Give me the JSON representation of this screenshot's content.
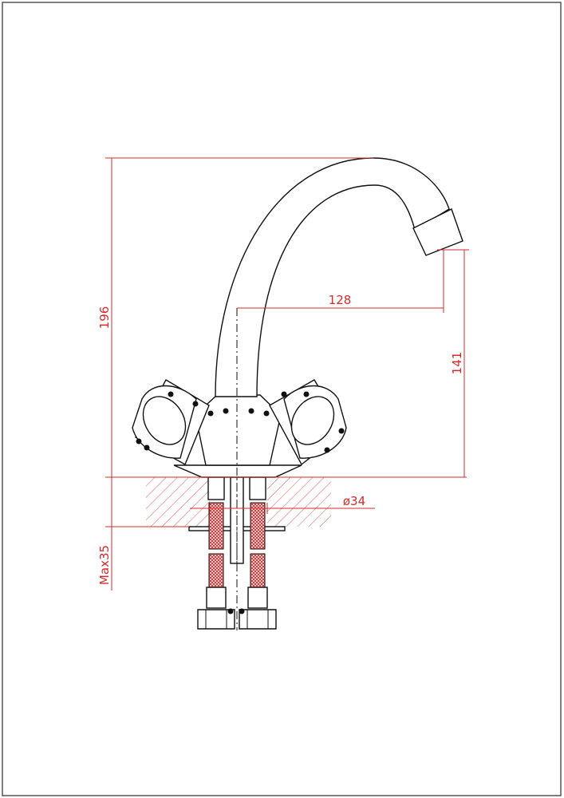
{
  "drawing": {
    "dimensions": {
      "total_height": "196",
      "spout_reach": "128",
      "spout_height": "141",
      "hole_diameter": "ø34",
      "max_counter_thickness": "Max35"
    },
    "colors": {
      "dimension": "#d42b2b",
      "outline": "#111111",
      "hose_mesh": "#d42b2b",
      "frame": "#555555"
    }
  }
}
